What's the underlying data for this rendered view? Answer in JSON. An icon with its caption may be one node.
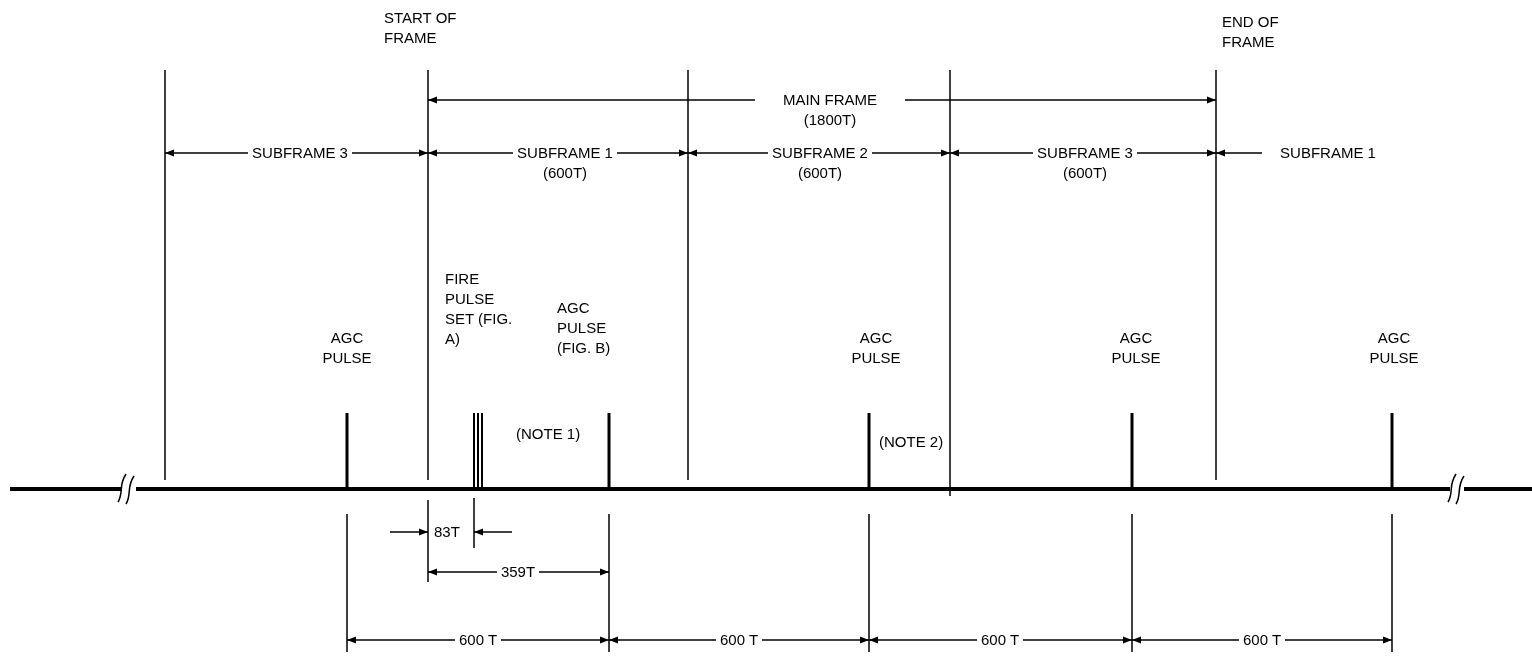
{
  "diagram": {
    "labels": [
      "START OF FRAME",
      "END OF FRAME",
      "MAIN FRAME (1800T)",
      "SUBFRAME 3",
      "SUBFRAME 1 (600T)",
      "SUBFRAME 2 (600T)",
      "SUBFRAME 3 (600T)",
      "SUBFRAME 1",
      "AGC PULSE",
      "FIRE PULSE SET (FIG. A)",
      "AGC PULSE (FIG. B)",
      "AGC PULSE",
      "AGC PULSE",
      "AGC PULSE",
      "(NOTE 1)",
      "(NOTE 2)",
      "83T",
      "359T",
      "600 T",
      "600 T",
      "600 T",
      "600 T"
    ]
  }
}
